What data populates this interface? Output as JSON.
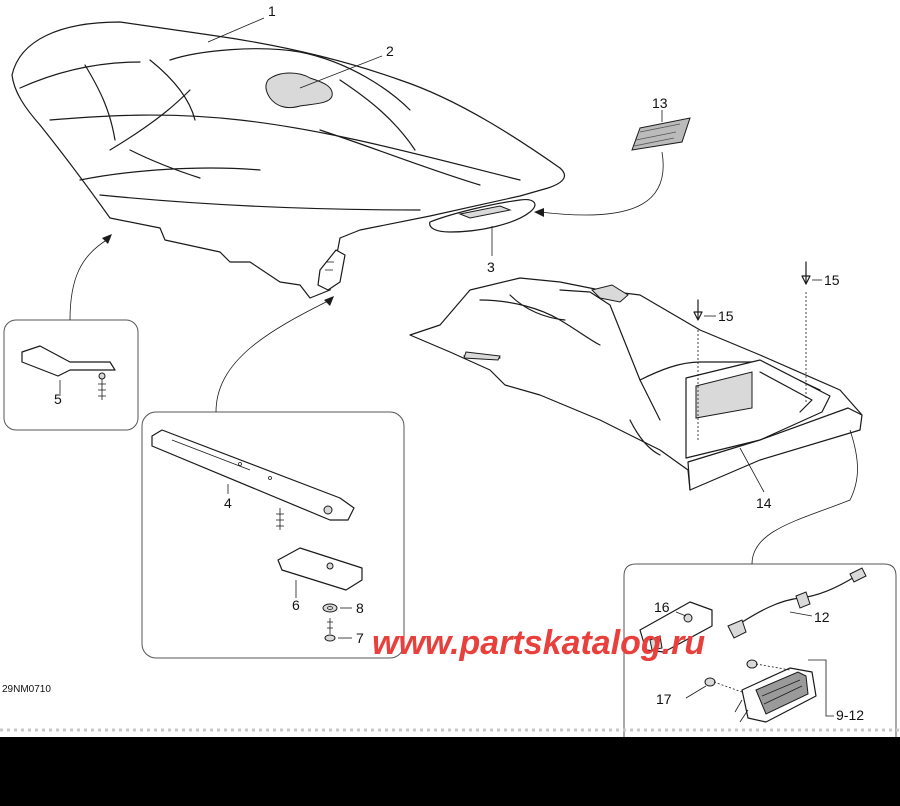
{
  "diagram": {
    "code": "29NM0710",
    "watermark": "www.partskatalog.ru",
    "callouts": {
      "c1": "1",
      "c2": "2",
      "c3": "3",
      "c4": "4",
      "c5": "5",
      "c6": "6",
      "c7": "7",
      "c8": "8",
      "c12": "12",
      "c13": "13",
      "c14": "14",
      "c15a": "15",
      "c15b": "15",
      "c16": "16",
      "c17": "17",
      "c912": "9-12"
    }
  },
  "colors": {
    "background": "#ffffff",
    "line": "#1a1a1a",
    "watermark": "#e8403c",
    "bottom_band": "#000000"
  }
}
